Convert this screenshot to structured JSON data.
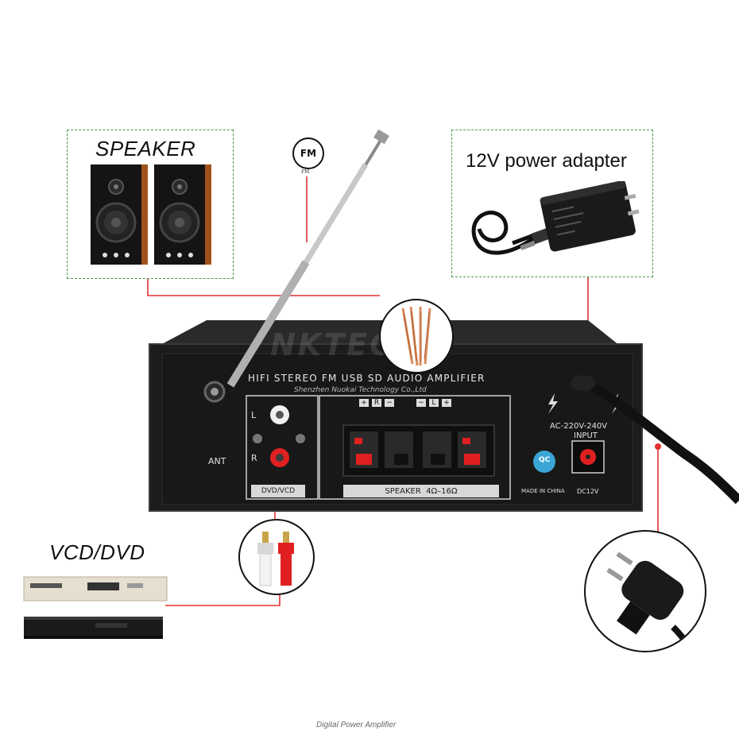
{
  "labels": {
    "speaker": "SPEAKER",
    "power_adapter": "12V power adapter",
    "vcd_dvd": "VCD/DVD",
    "fm_badge": "FM",
    "fm_sub": "FM"
  },
  "amplifier": {
    "brand_watermark": "NKTECH",
    "title": "HIFI STEREO FM USB SD AUDIO AMPLIFIER",
    "company": "Shenzhen Nuokai Technology Co.,Ltd",
    "ant": "ANT",
    "rca_l": "L",
    "rca_r": "R",
    "dvd_vcd": "DVD/VCD",
    "spk_plus_r": "+",
    "spk_r": "R",
    "spk_minus_r": "−",
    "spk_minus_l": "−",
    "spk_l": "L",
    "spk_plus_l": "+",
    "speaker_spec": "SPEAKER  4Ω–16Ω",
    "ac_input_line1": "AC-220V-240V",
    "ac_input_line2": "INPUT",
    "qc": "QC",
    "made_in": "MADE IN CHINA",
    "dc": "DC12V"
  },
  "footer": "Digital Power Amplifier",
  "colors": {
    "connector_line": "#e03030",
    "dashed_border": "#4a9a4a",
    "chassis": "#1c1c1c"
  }
}
